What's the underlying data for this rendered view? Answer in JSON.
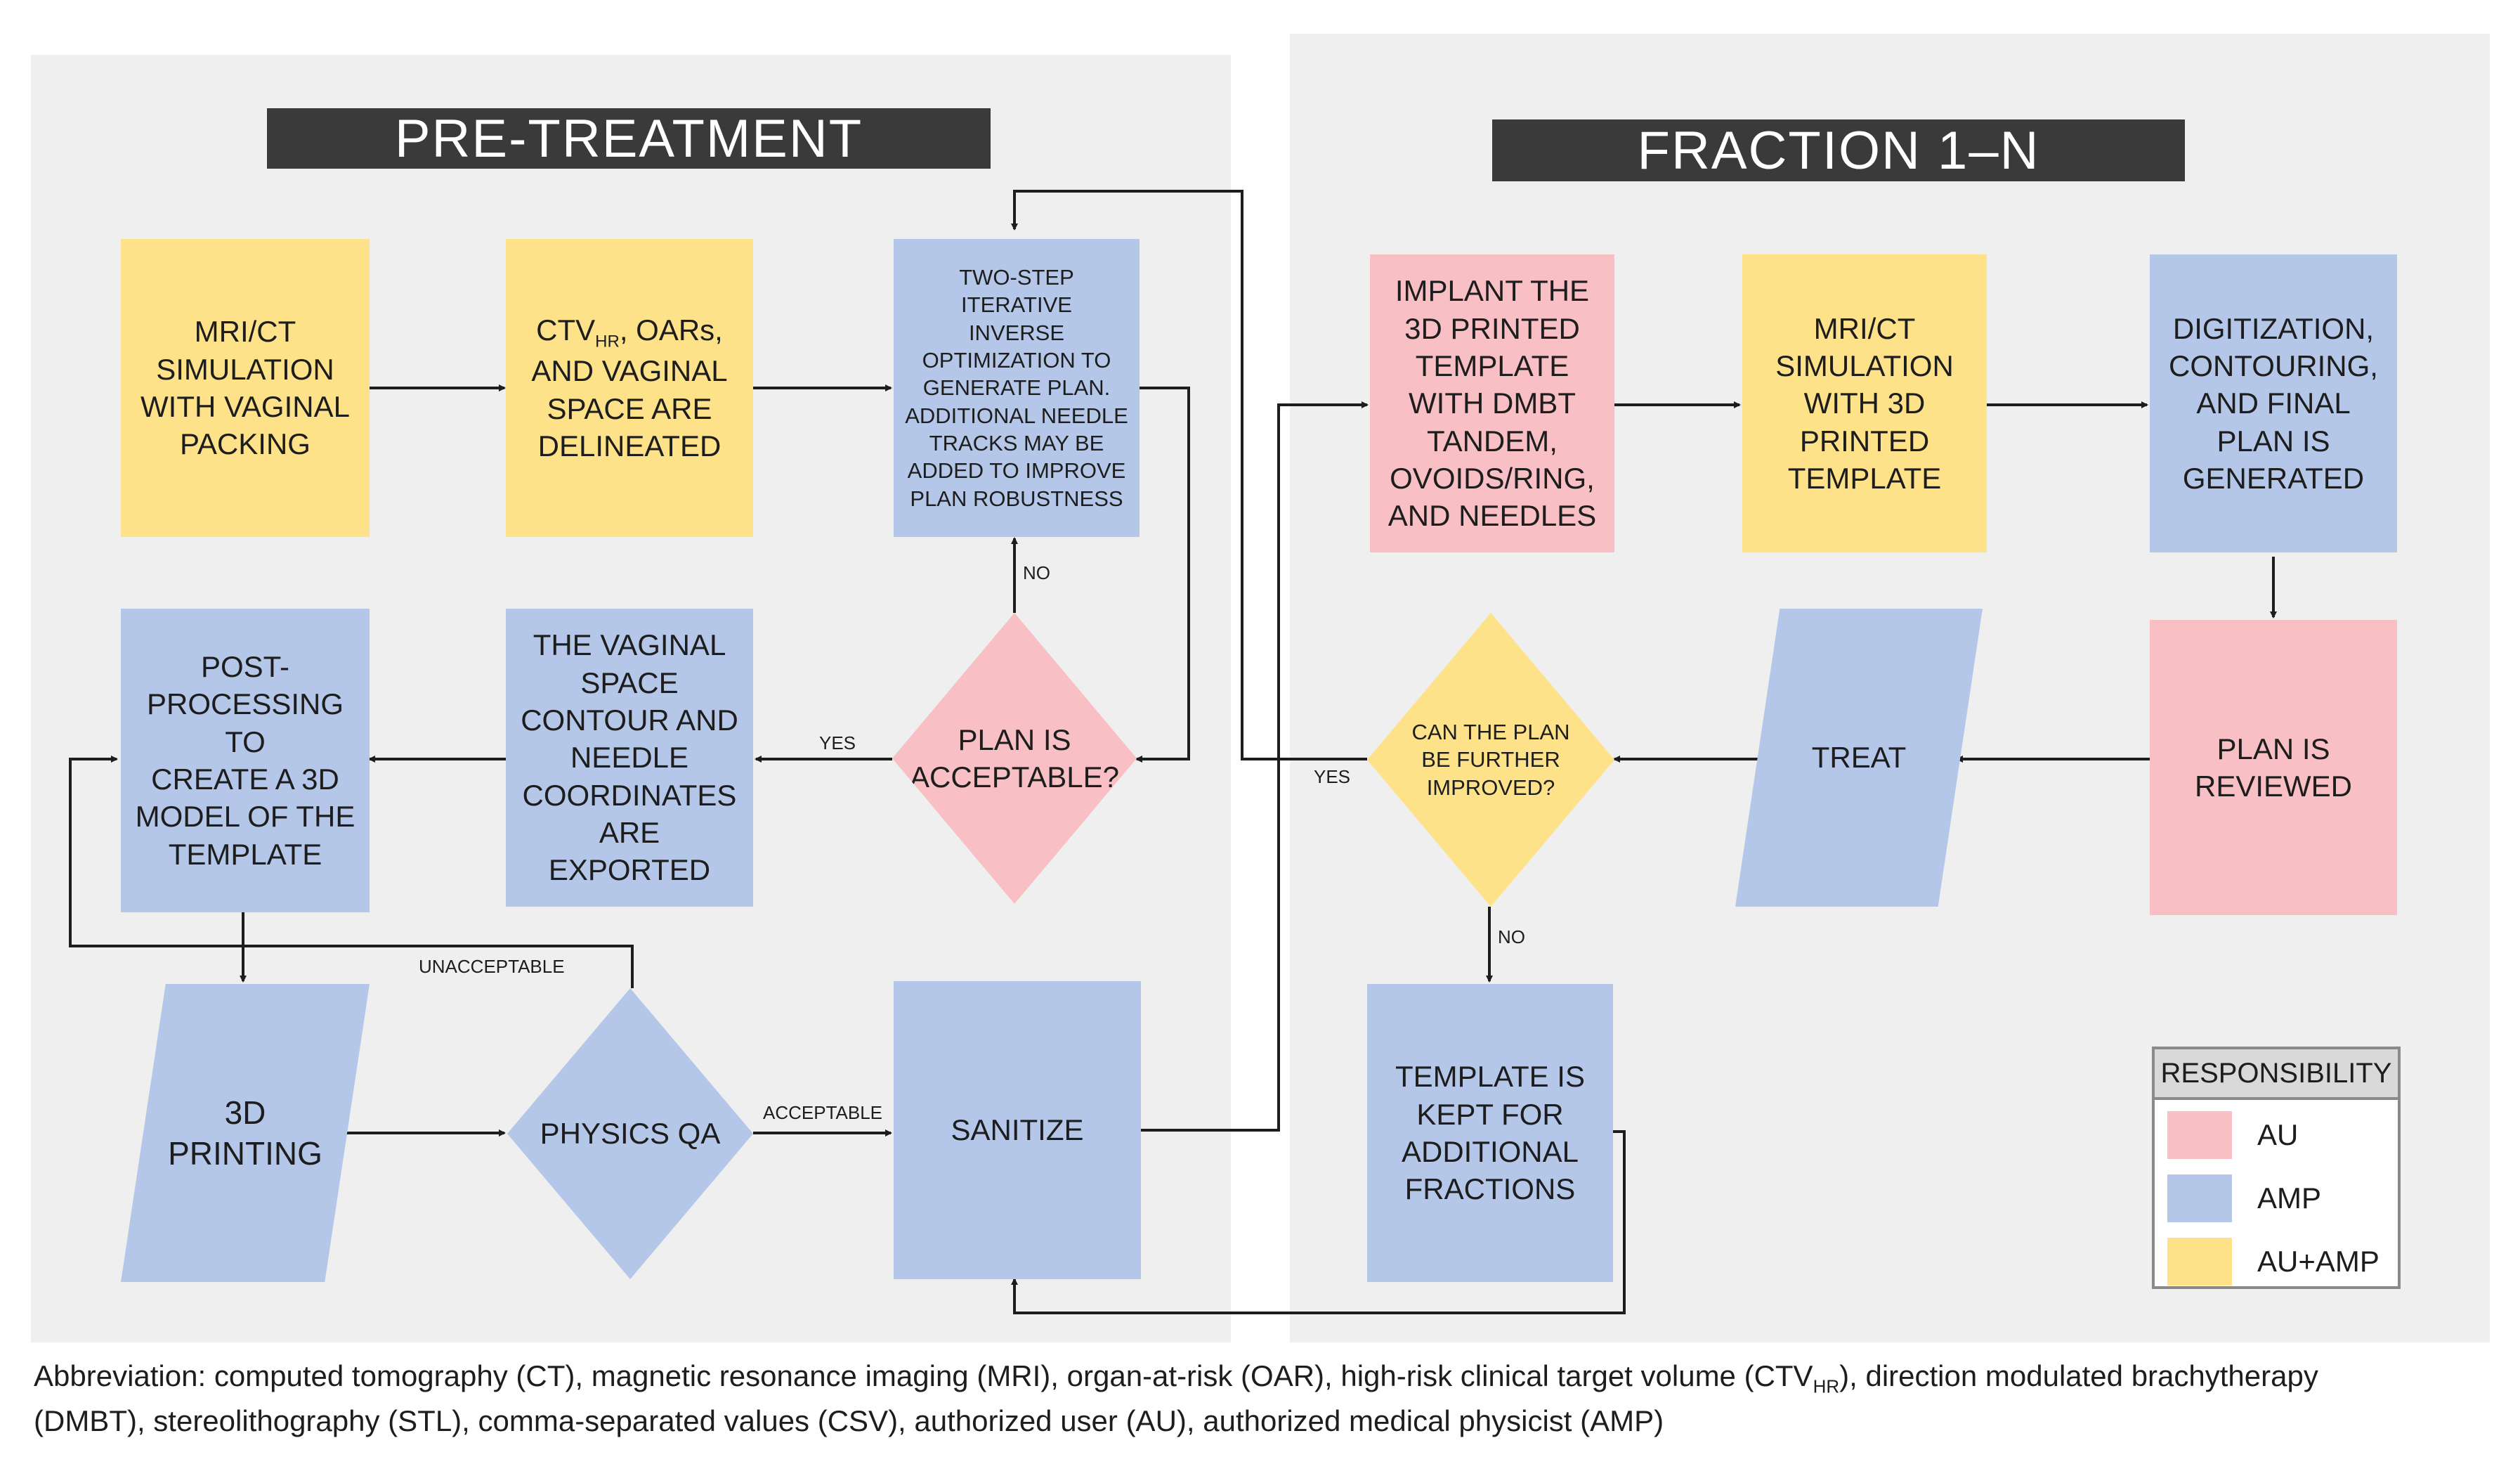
{
  "headers": {
    "pre_treatment": "PRE-TREATMENT",
    "fraction": "FRACTION 1–N"
  },
  "nodes": {
    "mri_sim_packing": "MRI/CT\nSIMULATION\nWITH VAGINAL\nPACKING",
    "ctv_delineated": {
      "line1_prefix": "CTV",
      "line1_sub": "HR",
      "line1_suffix": ", OARs,",
      "rest": "AND VAGINAL\nSPACE ARE\nDELINEATED"
    },
    "optimization": "TWO-STEP ITERATIVE\nINVERSE\nOPTIMIZATION TO\nGENERATE PLAN.\nADDITIONAL NEEDLE\nTRACKS MAY BE\nADDED TO IMPROVE\nPLAN ROBUSTNESS",
    "plan_acceptable": "PLAN IS\nACCEPTABLE?",
    "vaginal_export": "THE VAGINAL\nSPACE\nCONTOUR AND\nNEEDLE\nCOORDINATES\nARE EXPORTED",
    "post_processing": "POST-\nPROCESSING TO\nCREATE A 3D\nMODEL OF THE\nTEMPLATE",
    "printing_3d": "3D\nPRINTING",
    "physics_qa": "PHYSICS QA",
    "sanitize": "SANITIZE",
    "implant": "IMPLANT THE\n3D PRINTED\nTEMPLATE\nWITH DMBT\nTANDEM,\nOVOIDS/RING,\nAND NEEDLES",
    "mri_sim_template": "MRI/CT\nSIMULATION\nWITH 3D\nPRINTED\nTEMPLATE",
    "digitization": "DIGITIZATION,\nCONTOURING,\nAND FINAL\nPLAN IS\nGENERATED",
    "plan_reviewed": "PLAN IS\nREVIEWED",
    "treat": "TREAT",
    "can_improve": "CAN THE PLAN\nBE FURTHER\nIMPROVED?",
    "template_kept": "TEMPLATE IS\nKEPT FOR\nADDITIONAL\nFRACTIONS"
  },
  "edge_labels": {
    "no_top": "NO",
    "yes_left": "YES",
    "unacceptable": "UNACCEPTABLE",
    "acceptable": "ACCEPTABLE",
    "yes_right": "YES",
    "no_bottom": "NO"
  },
  "legend": {
    "title": "RESPONSIBILITY",
    "items": [
      {
        "label": "AU",
        "color": "#f8bfc4"
      },
      {
        "label": "AMP",
        "color": "#b4c7e8"
      },
      {
        "label": "AU+AMP",
        "color": "#fde28a"
      }
    ]
  },
  "colors": {
    "au": "#f8bfc4",
    "amp": "#b4c7e8",
    "au_amp": "#fde28a",
    "header": "#3a3a3a",
    "panel": "#efefef"
  },
  "footnote": {
    "part1": "Abbreviation: computed tomography (CT), magnetic resonance imaging (MRI), organ-at-risk (OAR), high-risk clinical target volume (CTV",
    "sub": "HR",
    "part2": "), direction modulated brachytherapy",
    "line2": "(DMBT), stereolithography (STL), comma-separated values (CSV), authorized user (AU), authorized medical physicist (AMP)"
  }
}
